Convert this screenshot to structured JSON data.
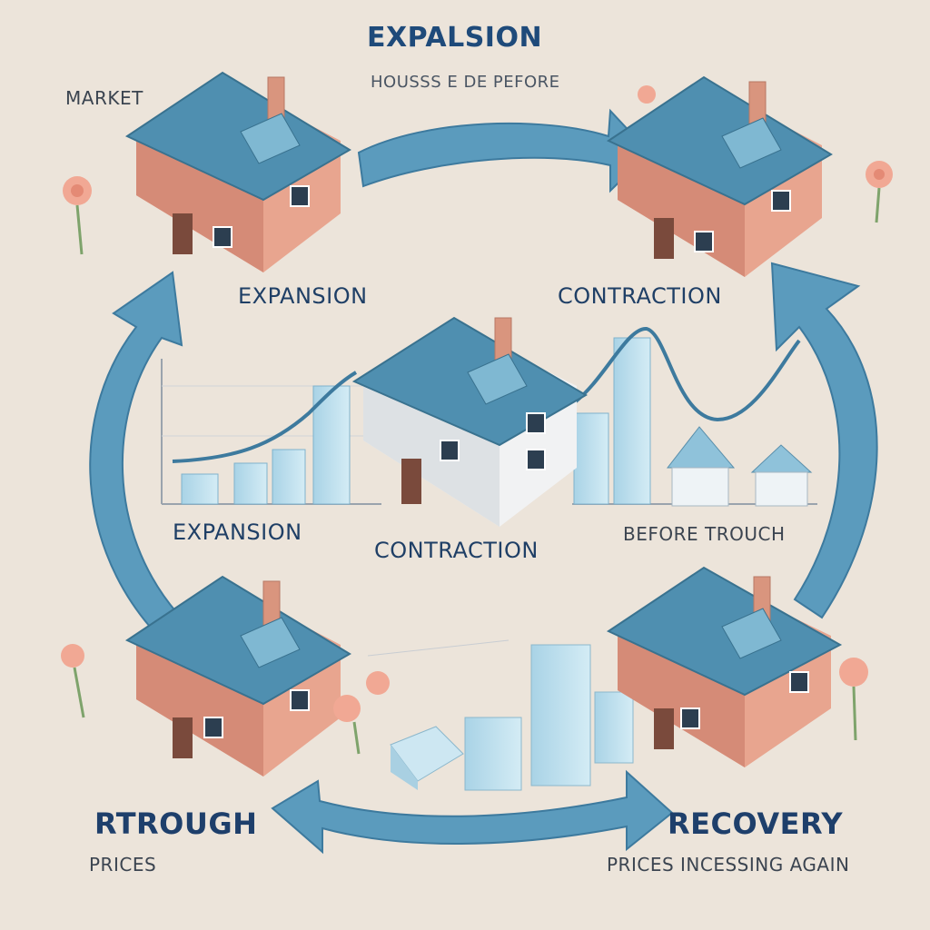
{
  "title": "EXPALSION",
  "subtitle": "HOUSSS E DE PEFORE",
  "market_label": "MARKET",
  "labels": {
    "expansion_top": "EXPANSION",
    "contraction_top": "CONTRACTION",
    "expansion_mid": "EXPANSION",
    "contraction_mid": "CONTRACTION",
    "before_trough": "BEFORE TROUCH",
    "trough": "RTROUGH",
    "trough_sub": "PRICES",
    "recovery": "RECOVERY",
    "recovery_sub": "PRICES INCESSING AGAIN"
  },
  "colors": {
    "background": "#ece4da",
    "arrow": "#5b9bbd",
    "roof": "#4f8fb0",
    "wall": "#d9957e",
    "text": "#1f3f66"
  }
}
